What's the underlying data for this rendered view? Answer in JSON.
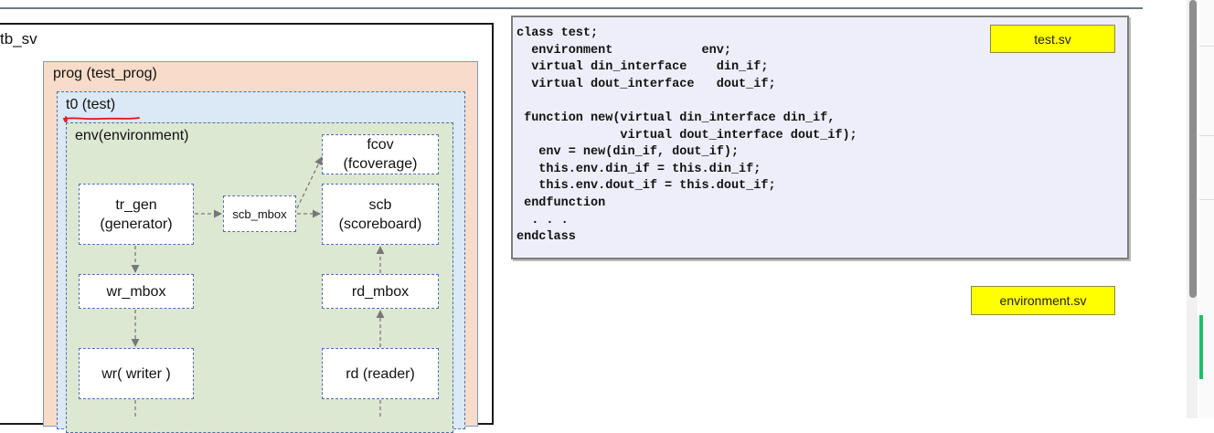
{
  "diagram": {
    "outer_label": "tb_sv",
    "prog_label": "prog (test_prog)",
    "t0_label": "t0 (test)",
    "env_label": "env(environment)",
    "boxes": {
      "fcov": "fcov\n(fcoverage)",
      "tr_gen": "tr_gen\n(generator)",
      "scb_mbox": "scb_mbox",
      "scb": "scb\n(scoreboard)",
      "wr_mbox": "wr_mbox",
      "rd_mbox": "rd_mbox",
      "wr": "wr( writer )",
      "rd": "rd (reader)"
    }
  },
  "code_panel": {
    "filename": "test.sv",
    "code": "class test;\n  environment            env;\n  virtual din_interface    din_if;\n  virtual dout_interface   dout_if;\n\n function new(virtual din_interface din_if,\n              virtual dout_interface dout_if);\n   env = new(din_if, dout_if);\n   this.env.din_if = this.din_if;\n   this.env.dout_if = this.dout_if;\n endfunction\n  . . .\nendclass"
  },
  "secondary_file_tag": "environment.sv",
  "colors": {
    "prog_fill": "#f8dcc9",
    "t0_fill": "#dbe8f5",
    "env_fill": "#dde8d3",
    "box_border": "#4f6fa8",
    "code_bg": "#eeeefa",
    "tag_fill": "#ffff00",
    "annotation": "#e0141e"
  }
}
